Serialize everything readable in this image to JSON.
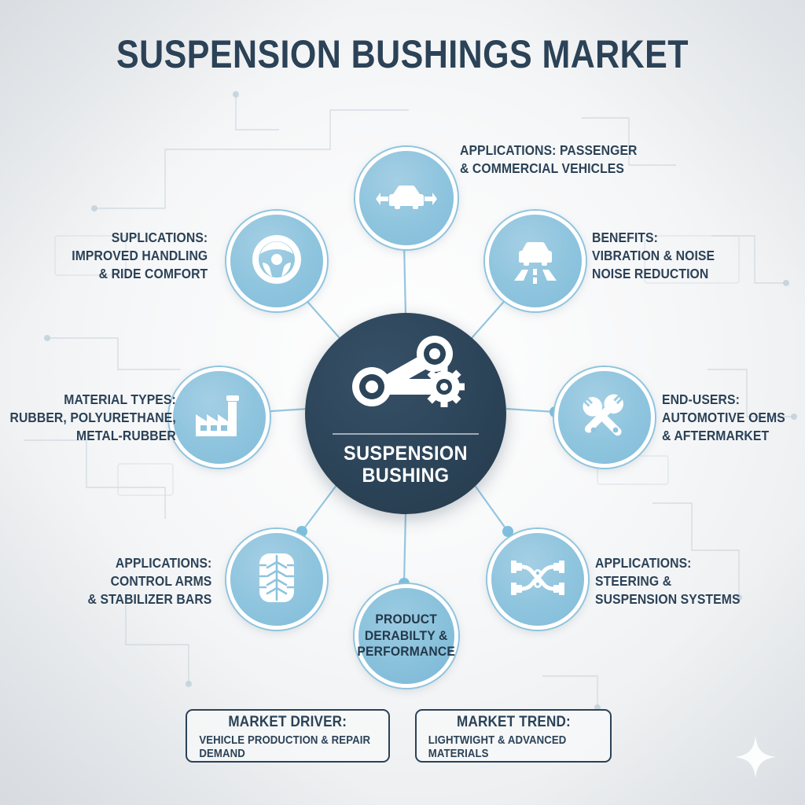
{
  "page": {
    "title": "SUSPENSION BUSHINGS MARKET",
    "background_color": "#f2f4f6",
    "accent_dark": "#2b4257",
    "accent_light": "#8ec4de"
  },
  "hub": {
    "icon": "control-arm-bushing-icon",
    "line1": "SUSPENSION",
    "line2": "BUSHING"
  },
  "nodes": [
    {
      "id": "applications-vehicles",
      "icon": "car-front-arrows-icon",
      "label_lines": [
        "APPLICATIONS: PASSENGER",
        "& COMMERCIAL VEHICLES"
      ],
      "label_side": "right"
    },
    {
      "id": "handling-ride-comfort",
      "icon": "steering-wheel-icon",
      "label_lines": [
        "SUPLICATIONS:",
        "IMPROVED HANDLING",
        "& RIDE COMFORT"
      ],
      "label_side": "left"
    },
    {
      "id": "benefits-vibration-noise",
      "icon": "car-on-road-icon",
      "label_lines": [
        "BENEFITS:",
        "VIBRATION & NOISE",
        "NOISE REDUCTION"
      ],
      "label_side": "right"
    },
    {
      "id": "material-types",
      "icon": "factory-icon",
      "label_lines": [
        "MATERIAL TYPES:",
        "RUBBER, POLYURETHANE,",
        "METAL-RUBBER"
      ],
      "label_side": "left"
    },
    {
      "id": "end-users",
      "icon": "crossed-wrenches-icon",
      "label_lines": [
        "END-USERS:",
        "AUTOMOTIVE OEMS",
        "& AFTERMARKET"
      ],
      "label_side": "right"
    },
    {
      "id": "applications-control-arms",
      "icon": "tire-tread-icon",
      "label_lines": [
        "APPLICATIONS:",
        "CONTROL ARMS",
        "& STABILIZER BARS"
      ],
      "label_side": "left"
    },
    {
      "id": "applications-steering",
      "icon": "suspension-assembly-icon",
      "label_lines": [
        "APPLICATIONS:",
        "STEERING &",
        "SUSPENSION SYSTEMS"
      ],
      "label_side": "right"
    },
    {
      "id": "product-durability",
      "icon": "none",
      "text_lines": [
        "PRODUCT",
        "DERABILTY &",
        "PERFORMANCE"
      ],
      "label_side": "inside"
    }
  ],
  "footer_boxes": [
    {
      "id": "market-driver",
      "title": "MARKET DRIVER:",
      "subtitle": "VEHICLE PRODUCTION & REPAIR DEMAND"
    },
    {
      "id": "market-trend",
      "title": "MARKET TREND:",
      "subtitle": "LIGHTWIGHT & ADVANCED MATERIALS"
    }
  ]
}
